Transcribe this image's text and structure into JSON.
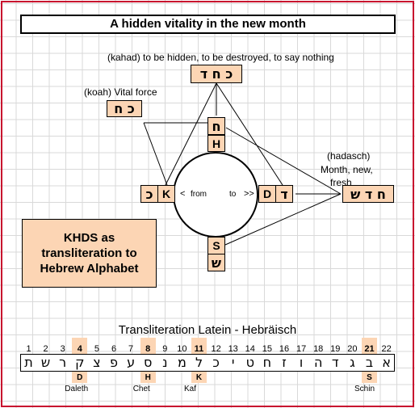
{
  "title": "A hidden vitality in the new month",
  "kahad": {
    "label": "(kahad) to be hidden, to be destroyed, to say nothing",
    "word": "כ ח ד"
  },
  "koah": {
    "label": "(koah) Vital force",
    "word": "כ ח"
  },
  "hadasch": {
    "label_line1": "(hadasch)",
    "label_line2": "Month, new,",
    "label_line3": "fresh",
    "word": "ח ד ש"
  },
  "circle": {
    "from": "from",
    "to": "to",
    "left_arrow": "<",
    "right_arrow": ">>"
  },
  "top_letters": {
    "hebrew": "ח",
    "latin": "H"
  },
  "left_letters": {
    "hebrew": "כ",
    "latin": "K"
  },
  "right_letters": {
    "hebrew": "ד",
    "latin": "D"
  },
  "bottom_letters": {
    "hebrew": "ש",
    "latin": "S"
  },
  "info_box": "KHDS as transliteration to Hebrew Alphabet",
  "strip": {
    "title": "Transliteration Latein - Hebräisch",
    "numbers": [
      "1",
      "2",
      "3",
      "4",
      "5",
      "6",
      "7",
      "8",
      "9",
      "10",
      "11",
      "12",
      "13",
      "14",
      "15",
      "16",
      "17",
      "18",
      "19",
      "20",
      "21",
      "22"
    ],
    "letters": [
      "א",
      "ב",
      "ג",
      "ד",
      "ה",
      "ו",
      "ז",
      "ח",
      "ט",
      "י",
      "כ",
      "ל",
      "מ",
      "נ",
      "ס",
      "ע",
      "פ",
      "צ",
      "ק",
      "ר",
      "ש",
      "ת"
    ],
    "highlighted": [
      {
        "index": 4,
        "latin": "D",
        "name": "Daleth"
      },
      {
        "index": 8,
        "latin": "H",
        "name": "Chet"
      },
      {
        "index": 11,
        "latin": "K",
        "name": "Kaf"
      },
      {
        "index": 21,
        "latin": "S",
        "name": "Schin"
      }
    ]
  },
  "colors": {
    "box_fill": "#fcd5b4",
    "frame": "#c8102e",
    "grid": "#d9d9d9"
  }
}
